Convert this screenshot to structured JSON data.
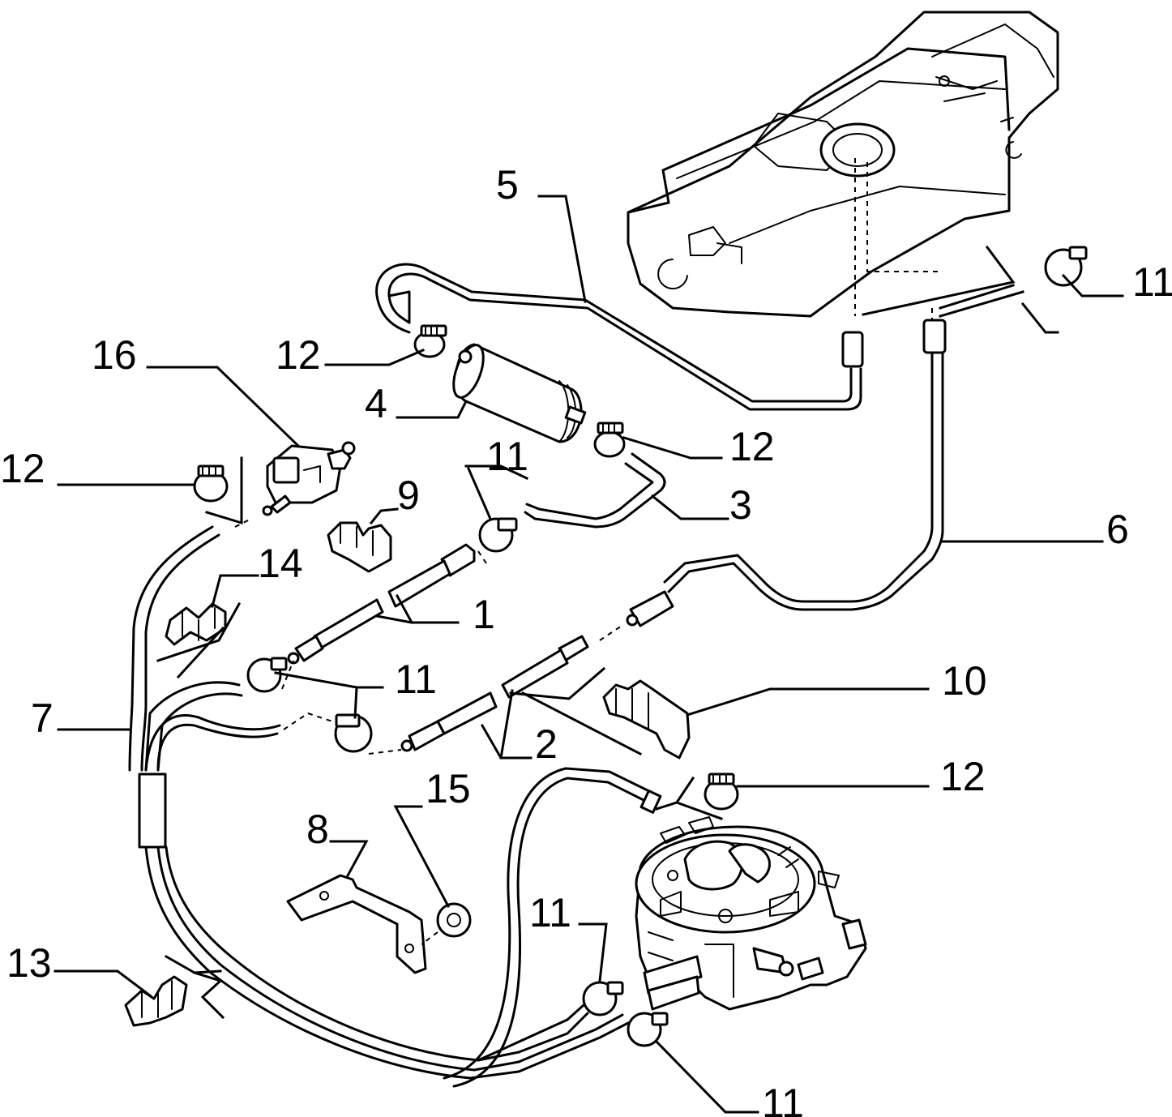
{
  "callouts": [
    {
      "id": "c1",
      "text": "1"
    },
    {
      "id": "c2",
      "text": "2"
    },
    {
      "id": "c3",
      "text": "3"
    },
    {
      "id": "c4",
      "text": "4"
    },
    {
      "id": "c5",
      "text": "5"
    },
    {
      "id": "c6",
      "text": "6"
    },
    {
      "id": "c7",
      "text": "7"
    },
    {
      "id": "c8",
      "text": "8"
    },
    {
      "id": "c9",
      "text": "9"
    },
    {
      "id": "c10",
      "text": "10"
    },
    {
      "id": "c11a",
      "text": "11"
    },
    {
      "id": "c11b",
      "text": "11"
    },
    {
      "id": "c11c",
      "text": "11"
    },
    {
      "id": "c11d",
      "text": "11"
    },
    {
      "id": "c11e",
      "text": "11"
    },
    {
      "id": "c12a",
      "text": "12"
    },
    {
      "id": "c12b",
      "text": "12"
    },
    {
      "id": "c12c",
      "text": "12"
    },
    {
      "id": "c12d",
      "text": "12"
    },
    {
      "id": "c13",
      "text": "13"
    },
    {
      "id": "c14",
      "text": "14"
    },
    {
      "id": "c15",
      "text": "15"
    },
    {
      "id": "c16",
      "text": "16"
    }
  ]
}
